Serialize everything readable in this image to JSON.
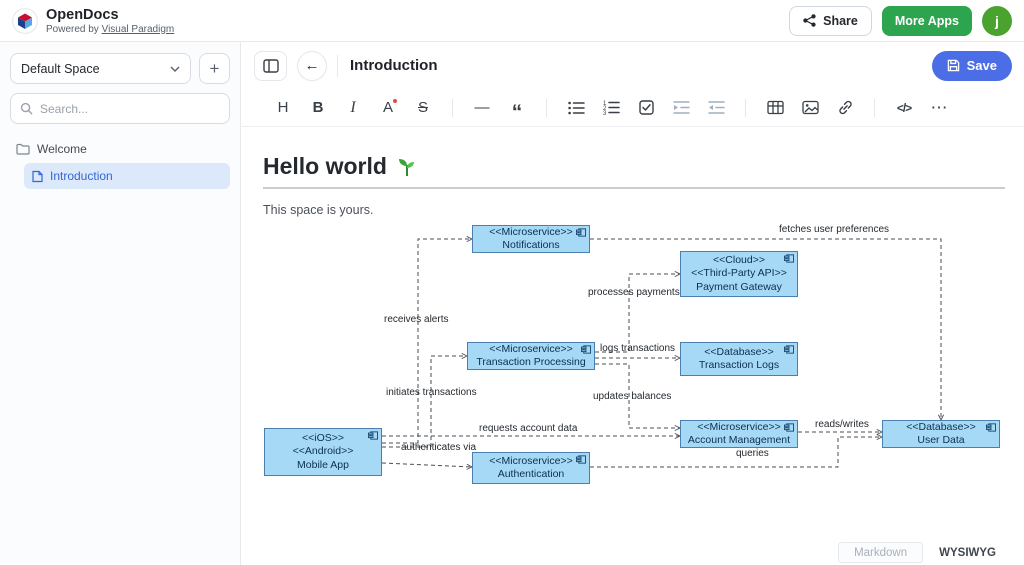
{
  "colors": {
    "accent_blue": "#4b6de6",
    "green": "#2da44e",
    "avatar_green": "#4aa32f",
    "node_fill": "#a6d9f5",
    "node_border": "#4a7fae",
    "selected_item_bg": "#dce9fb"
  },
  "header": {
    "app_name": "OpenDocs",
    "powered_by_prefix": "Powered by",
    "powered_by_link": "Visual Paradigm",
    "share_label": "Share",
    "more_apps_label": "More Apps",
    "avatar_initial": "j"
  },
  "sidebar": {
    "space_selector_label": "Default Space",
    "add_button_glyph": "+",
    "search_placeholder": "Search...",
    "tree": {
      "folder_label": "Welcome",
      "selected_item_label": "Introduction"
    }
  },
  "doc": {
    "title": "Introduction",
    "save_label": "Save"
  },
  "toolbar": {
    "heading_glyph": "H",
    "bold_glyph": "B",
    "italic_glyph": "I",
    "color_glyph": "A",
    "strike_glyph": "S",
    "hr_glyph": "—",
    "quote_glyph": "“",
    "code_glyph": "</>",
    "more_glyph": "⋯",
    "icon_names": [
      "bullet-list",
      "ordered-list",
      "task-list",
      "indent",
      "outdent",
      "table",
      "image",
      "link"
    ]
  },
  "content": {
    "heading_text": "Hello world",
    "heading_emoji": "🌱",
    "paragraph": "This space is yours."
  },
  "footer": {
    "markdown_label": "Markdown",
    "wysiwyg_label": "WYSIWYG"
  },
  "diagram": {
    "nodes": [
      {
        "lines": [
          "<<Microservice>>",
          "Notifications"
        ]
      },
      {
        "lines": [
          "<<Cloud>>",
          "<<Third-Party API>>",
          "Payment Gateway"
        ]
      },
      {
        "lines": [
          "<<Microservice>>",
          "Transaction Processing"
        ]
      },
      {
        "lines": [
          "<<Database>>",
          "Transaction Logs"
        ]
      },
      {
        "lines": [
          "<<iOS>>",
          "<<Android>>",
          "Mobile App"
        ]
      },
      {
        "lines": [
          "<<Microservice>>",
          "Authentication"
        ]
      },
      {
        "lines": [
          "<<Microservice>>",
          "Account Management"
        ]
      },
      {
        "lines": [
          "<<Database>>",
          "User Data"
        ]
      }
    ],
    "edge_labels": {
      "fetches": "fetches user preferences",
      "processes": "processes payments",
      "receives": "receives alerts",
      "logs": "logs transactions",
      "initiates": "initiates transactions",
      "updates": "updates balances",
      "requests": "requests account data",
      "authenticates": "authenticates via",
      "reads": "reads/writes",
      "queries": "queries"
    }
  }
}
